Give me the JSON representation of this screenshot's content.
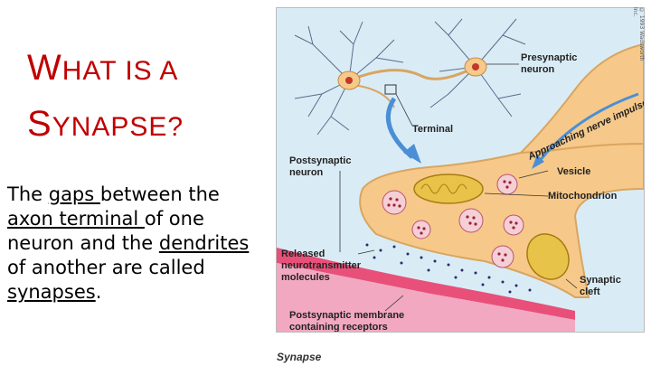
{
  "slide": {
    "title_line1_cap": "W",
    "title_line1_rest": "HAT IS A",
    "title_line2_cap": "S",
    "title_line2_rest": "YNAPSE?",
    "body": {
      "t1": "The ",
      "gaps": "gaps ",
      "t2": "between the ",
      "axon_terminal": "axon terminal ",
      "t3": "of one neuron and the ",
      "dendrites": "dendrites",
      "t4": " of another are called ",
      "synapses": "synapses",
      "t5": "."
    }
  },
  "diagram": {
    "labels": {
      "presynaptic_neuron_1": "Presynaptic",
      "presynaptic_neuron_2": "neuron",
      "terminal": "Terminal",
      "postsynaptic_neuron_1": "Postsynaptic",
      "postsynaptic_neuron_2": "neuron",
      "nerve_impulse": "Approaching nerve impulse",
      "vesicle": "Vesicle",
      "mitochondrion": "Mitochondrion",
      "released_1": "Released",
      "released_2": "neurotransmitter",
      "released_3": "molecules",
      "synaptic_cleft_1": "Synaptic",
      "synaptic_cleft_2": "cleft",
      "postsynaptic_membrane_1": "Postsynaptic membrane",
      "postsynaptic_membrane_2": "containing receptors"
    },
    "copyright": "© 1993 Wadsworth Inc.",
    "caption": "Synapse"
  },
  "colors": {
    "title": "#c00000",
    "background_fluid": "#d9ecf6",
    "neuron_body": "#f6c98a",
    "membrane": "#e8507a",
    "vesicle": "#f4cfd6",
    "arrow": "#4a8fd6"
  }
}
